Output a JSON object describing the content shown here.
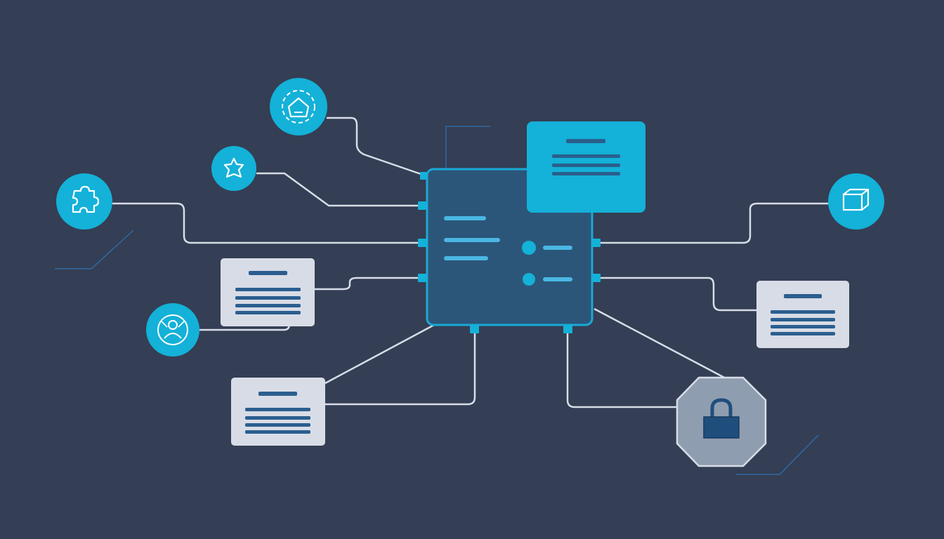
{
  "colors": {
    "background": "#343e54",
    "connector": "#d7dde8",
    "accent": "#14b1d8",
    "accent_dark": "#0d8fb4",
    "hub_fill": "#2b5679",
    "hub_border": "#1aa9d6",
    "card_fill": "#d8dce6",
    "card_line": "#2b5e8f",
    "lock_fill": "#8f9db0",
    "faint_line": "#2f6aa5"
  },
  "nodes": {
    "hub": {
      "icon": "dashboard-panel"
    },
    "top_panel": {
      "icon": "document-panel"
    },
    "icon_nodes": [
      {
        "id": "top",
        "icon": "shield-home-icon"
      },
      {
        "id": "star",
        "icon": "star-icon"
      },
      {
        "id": "left",
        "icon": "puzzle-icon"
      },
      {
        "id": "lower-left",
        "icon": "user-network-icon"
      },
      {
        "id": "right",
        "icon": "cube-icon"
      }
    ],
    "cards": [
      {
        "id": "card-left",
        "icon": "document-card"
      },
      {
        "id": "card-bottom-left",
        "icon": "document-card"
      },
      {
        "id": "card-right",
        "icon": "document-card"
      }
    ],
    "lock": {
      "icon": "padlock-icon"
    }
  }
}
